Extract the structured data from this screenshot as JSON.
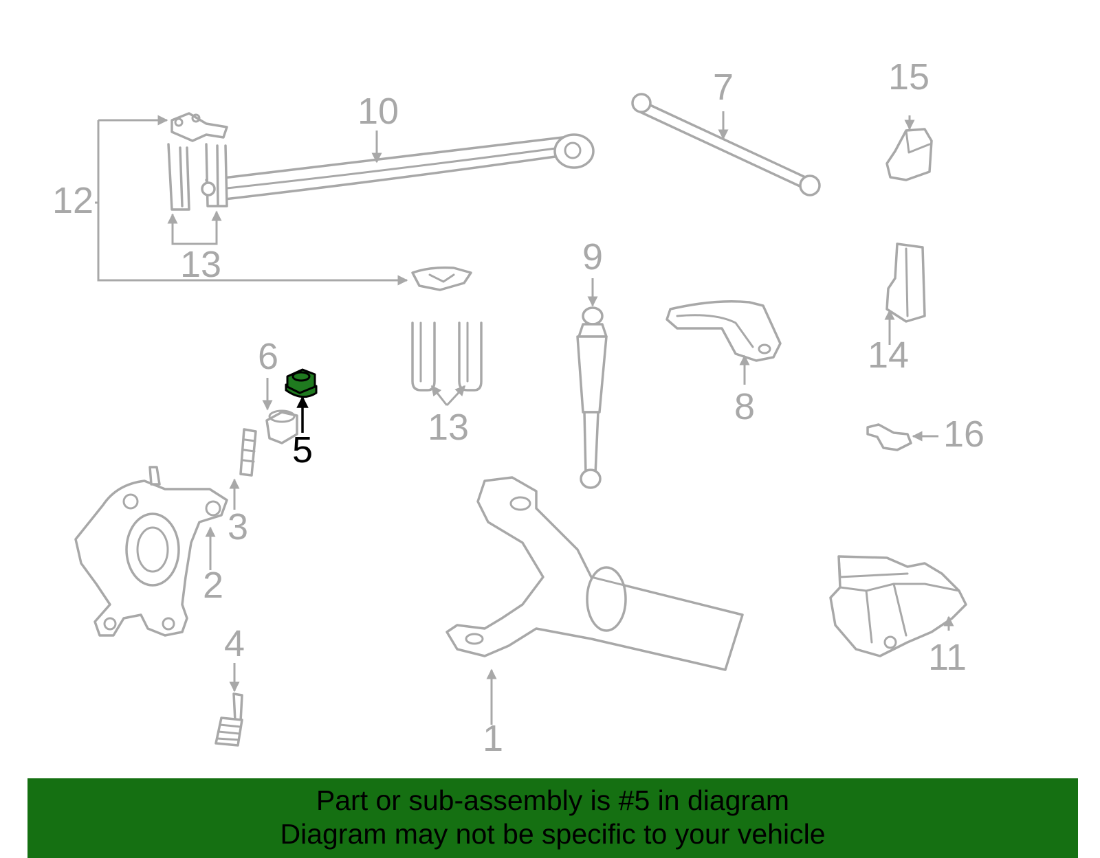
{
  "diagram": {
    "callouts": [
      "1",
      "2",
      "3",
      "4",
      "5",
      "6",
      "7",
      "8",
      "9",
      "10",
      "11",
      "12",
      "13",
      "13",
      "13",
      "14",
      "15",
      "16"
    ],
    "highlighted_part": "5",
    "colors": {
      "highlight": "#1f7a1f",
      "line_art": "#a8a8a8",
      "active_callout": "#000000",
      "banner": "#157012"
    }
  },
  "banner": {
    "line1": "Part or sub-assembly is #5 in diagram",
    "line2": "Diagram may not be specific to your vehicle"
  }
}
